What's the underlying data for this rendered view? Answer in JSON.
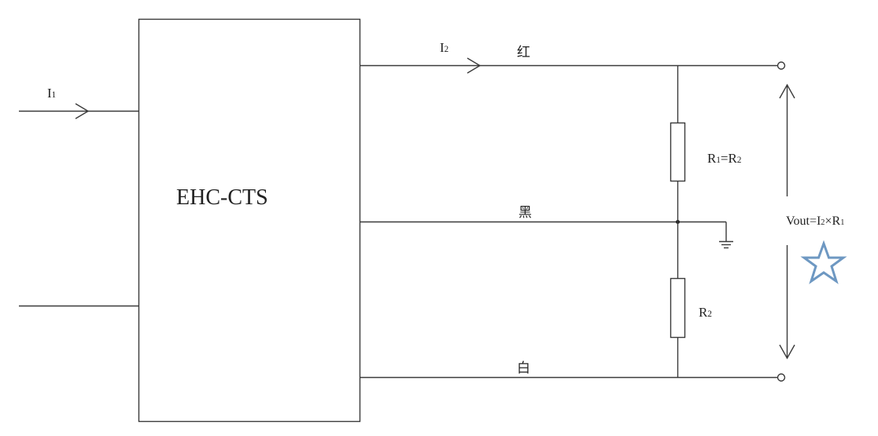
{
  "diagram": {
    "type": "circuit-schematic",
    "device": {
      "label": "EHC-CTS"
    },
    "input": {
      "current_label": "I",
      "current_sub": "1"
    },
    "output": {
      "current_label": "I",
      "current_sub": "2"
    },
    "wires": {
      "red": {
        "label": "红"
      },
      "black": {
        "label": "黑"
      },
      "white": {
        "label": "白"
      }
    },
    "resistors": {
      "upper": {
        "label_a": "R",
        "sub_a": "1",
        "eq": "=",
        "label_b": "R",
        "sub_b": "2"
      },
      "lower": {
        "label": "R",
        "sub": "2"
      }
    },
    "output_voltage": {
      "prefix": "Vout=I",
      "sub1": "2",
      "mid": "×R",
      "sub2": "1"
    },
    "star": {
      "symbol": "star-outline",
      "color": "#6e98c2"
    },
    "colors": {
      "line": "#3a3a3a",
      "text": "#222222",
      "background": "#ffffff"
    }
  }
}
